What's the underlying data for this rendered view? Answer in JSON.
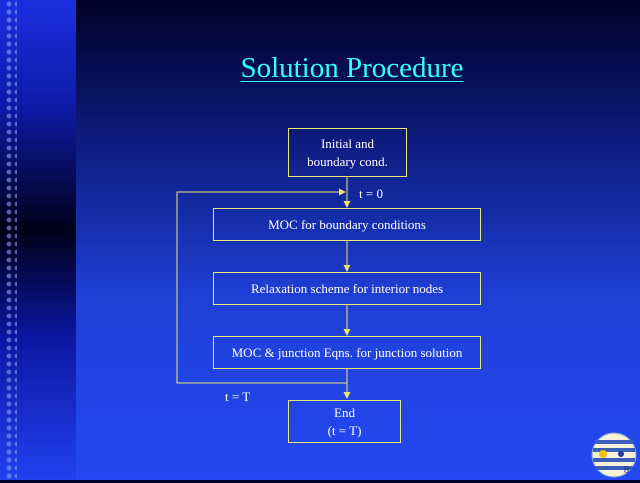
{
  "slide": {
    "title": "Solution Procedure",
    "steps": {
      "initial_line1": "Initial and",
      "initial_line2": "boundary cond.",
      "moc_boundary": "MOC for boundary conditions",
      "relaxation": "Relaxation scheme for interior nodes",
      "moc_junction": "MOC & junction Eqns. for junction solution",
      "end_line1": "End",
      "end_line2": "(t = T)"
    },
    "labels": {
      "t_start": "t = 0",
      "t_end": "t = T"
    },
    "logo_text": "8"
  },
  "colors": {
    "title": "#33ffff",
    "box_border": "#e8e870",
    "arrow": "#e8e870",
    "text": "#ffffff"
  }
}
